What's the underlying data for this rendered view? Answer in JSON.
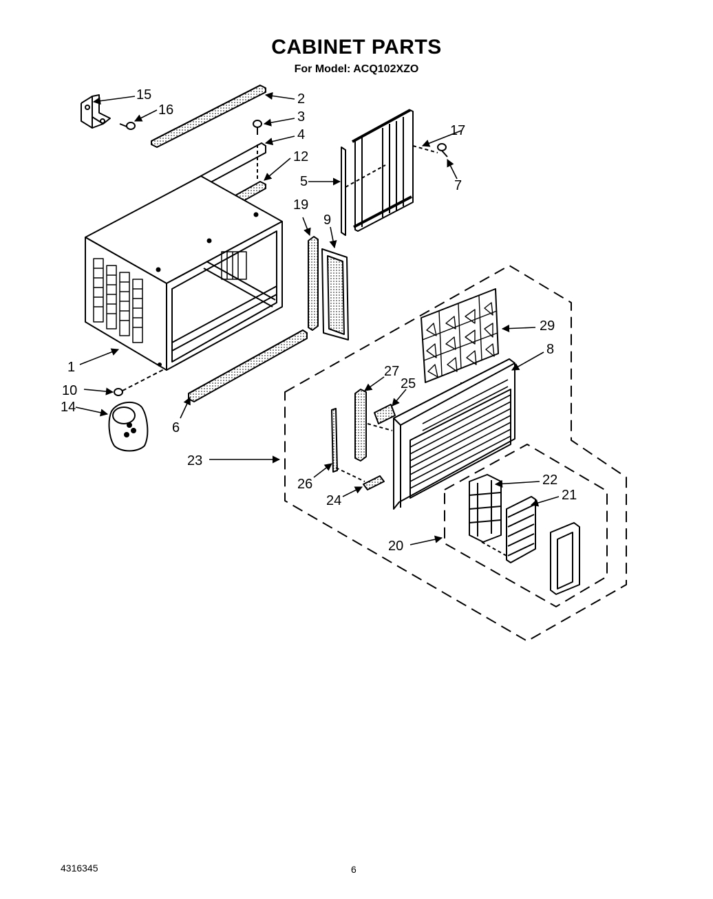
{
  "header": {
    "title": "CABINET PARTS",
    "subtitle": "For Model: ACQ102XZO"
  },
  "footer": {
    "doc_number": "4316345",
    "page_number": "6"
  },
  "callouts": [
    "15",
    "16",
    "2",
    "3",
    "4",
    "12",
    "17",
    "5",
    "7",
    "19",
    "9",
    "29",
    "8",
    "1",
    "10",
    "14",
    "6",
    "27",
    "25",
    "23",
    "26",
    "24",
    "22",
    "21",
    "20"
  ]
}
